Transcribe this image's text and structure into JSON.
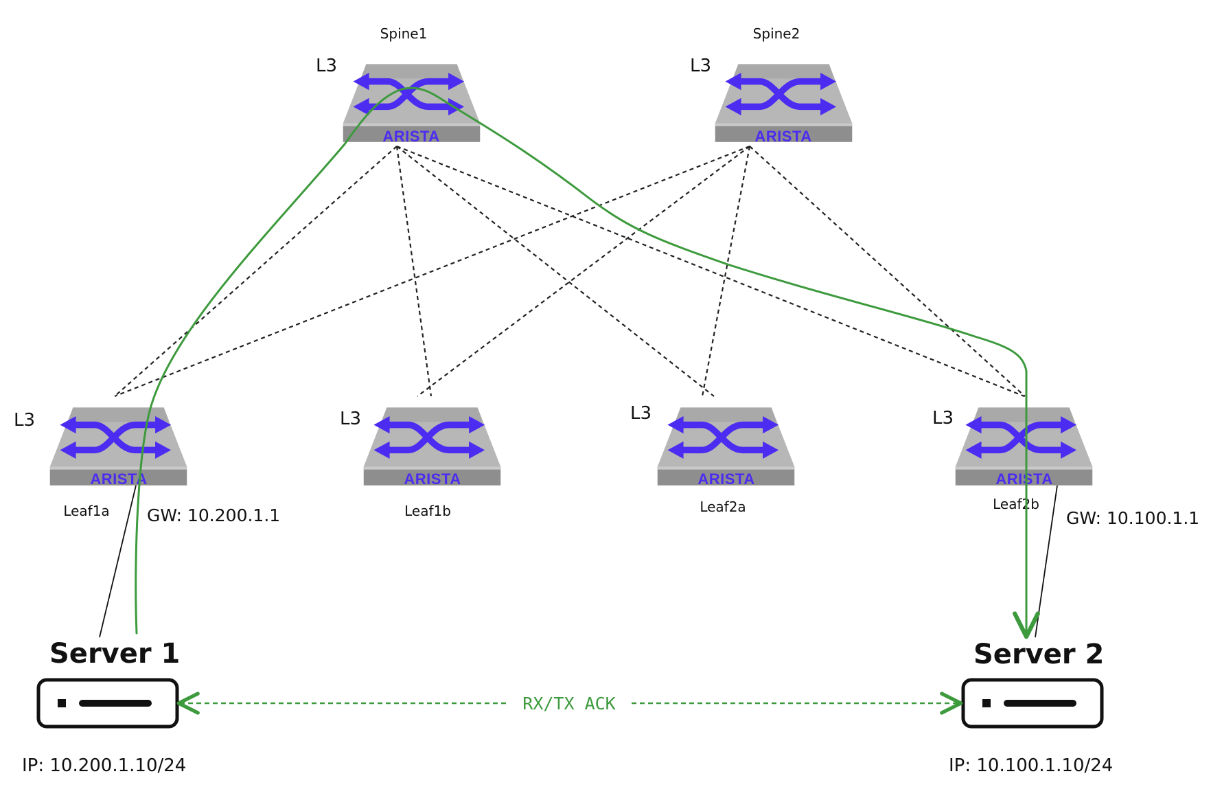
{
  "spines": [
    {
      "name": "Spine1",
      "layer": "L3",
      "brand": "ARISTA"
    },
    {
      "name": "Spine2",
      "layer": "L3",
      "brand": "ARISTA"
    }
  ],
  "leaves": [
    {
      "name": "Leaf1a",
      "layer": "L3",
      "brand": "ARISTA"
    },
    {
      "name": "Leaf1b",
      "layer": "L3",
      "brand": "ARISTA"
    },
    {
      "name": "Leaf2a",
      "layer": "L3",
      "brand": "ARISTA"
    },
    {
      "name": "Leaf2b",
      "layer": "L3",
      "brand": "ARISTA"
    }
  ],
  "gateways": {
    "left": "GW: 10.200.1.1",
    "right": "GW: 10.100.1.1"
  },
  "servers": [
    {
      "name": "Server 1",
      "ip": "IP: 10.200.1.10/24"
    },
    {
      "name": "Server 2",
      "ip": "IP: 10.100.1.10/24"
    }
  ],
  "traffic_label": "RX/TX ACK",
  "colors": {
    "path": "#3d9a3d",
    "switch_icon": "#4b2cf0",
    "switch_body": "#a9a9a9"
  },
  "icons": {
    "switch": "network-switch-icon",
    "server": "server-icon"
  }
}
